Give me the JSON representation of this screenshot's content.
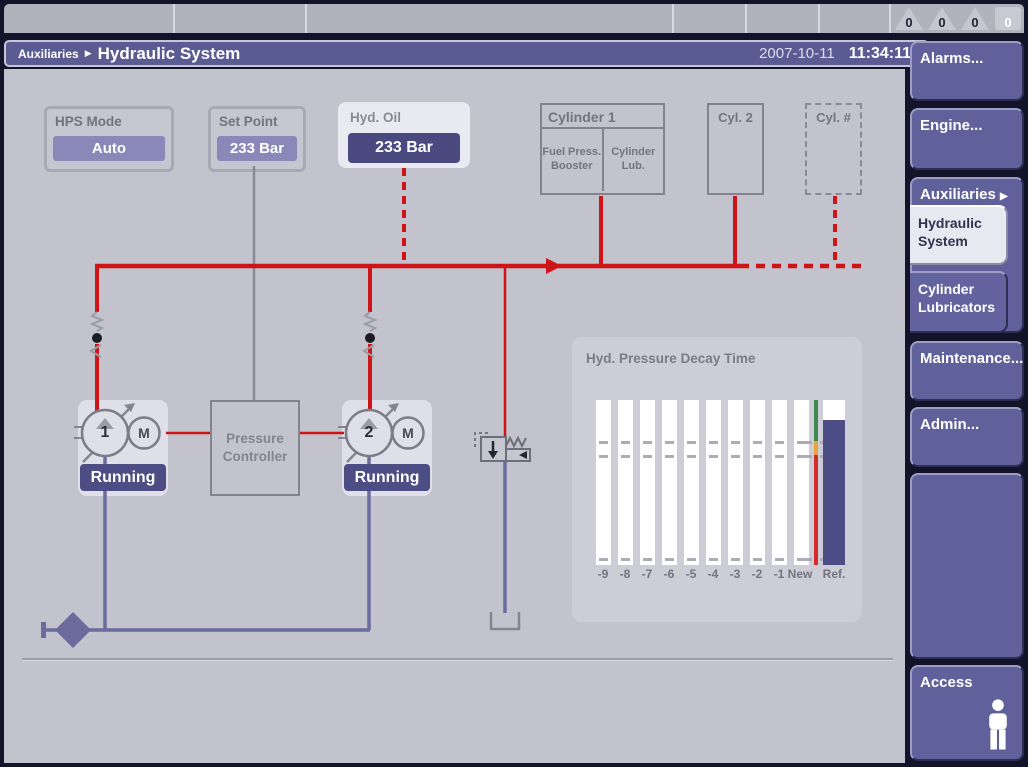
{
  "top_bar": {
    "counters": [
      "0",
      "0",
      "0",
      "0"
    ]
  },
  "title_bar": {
    "breadcrumb": "Auxiliaries",
    "separator": "▶",
    "title": "Hydraulic System",
    "date": "2007-10-11",
    "time": "11:34:11"
  },
  "sidebar": {
    "alarms": "Alarms...",
    "engine": "Engine...",
    "auxiliaries": "Auxiliaries",
    "auxiliaries_arrow": "▶",
    "hydraulic_system": "Hydraulic System",
    "cylinder_lubricators": "Cylinder Lubricators",
    "maintenance": "Maintenance...",
    "admin": "Admin...",
    "access": "Access"
  },
  "status_boxes": {
    "hps_mode": {
      "label": "HPS Mode",
      "value": "Auto"
    },
    "set_point": {
      "label": "Set Point",
      "value": "233 Bar"
    },
    "hyd_oil": {
      "label": "Hyd. Oil",
      "value": "233 Bar"
    }
  },
  "cylinders": {
    "cylinder1": {
      "title": "Cylinder 1",
      "cell1": "Fuel Press. Booster",
      "cell2": "Cylinder Lub."
    },
    "cylinder2": {
      "title": "Cyl. 2"
    },
    "cylinder_n": {
      "title": "Cyl. #"
    }
  },
  "pumps": {
    "controller": "Pressure Controller",
    "pump1": {
      "number": "1",
      "motor": "M",
      "status": "Running"
    },
    "pump2": {
      "number": "2",
      "motor": "M",
      "status": "Running"
    }
  },
  "chart_data": {
    "type": "bar",
    "title": "Hyd. Pressure Decay Time",
    "categories": [
      "-9",
      "-8",
      "-7",
      "-6",
      "-5",
      "-4",
      "-3",
      "-2",
      "-1",
      "New",
      "Ref."
    ],
    "history_bars_rel_height": [
      1.0,
      1.0,
      1.0,
      1.0,
      1.0,
      1.0,
      1.0,
      1.0,
      1.0,
      1.0
    ],
    "upper_marker_rel": 0.75,
    "lower_marker_rel": 0.67,
    "ref_bar_rel_height": 0.88,
    "ref_bar_color": "#4d4d85",
    "new_indicator_segments": [
      {
        "color": "#3d8a50",
        "from_rel": 0.75,
        "to_rel": 1.0
      },
      {
        "color": "#e8a33d",
        "from_rel": 0.67,
        "to_rel": 0.75
      },
      {
        "color": "#d42a2a",
        "from_rel": 0.0,
        "to_rel": 0.67
      }
    ],
    "xlabel": "",
    "ylabel": "",
    "grid": false,
    "legend": false
  },
  "colors": {
    "pressure_pipe": "#ce1417",
    "return_pipe": "#6b6b9d",
    "status_badge": "#4d4d85",
    "value_chip": "#8a88b8",
    "panel_purple": "#5b5b93"
  }
}
